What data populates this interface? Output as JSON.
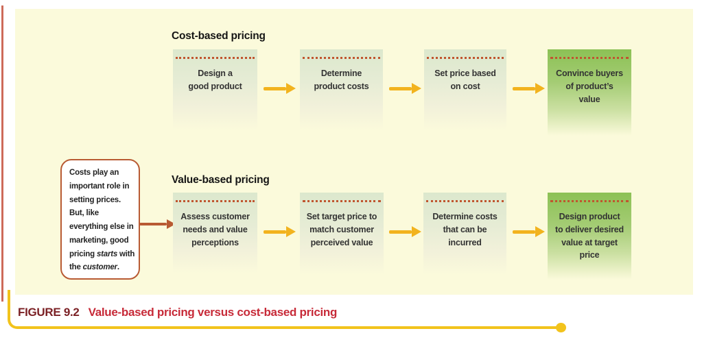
{
  "colors": {
    "figure_background": "#fbfadb",
    "box_green_light_top": "#dce8cd",
    "box_green_dark_top": "#8cc155",
    "dotted_rule": "#c0552f",
    "flow_arrow_yellow": "#f2b31e",
    "annotation_terracotta": "#b85a33",
    "caption_label_red": "#7b2125",
    "caption_text_red": "#c72a38",
    "underline_yellow": "#f2c31c",
    "left_rule_red": "#c0452f"
  },
  "cost_pricing": {
    "title": "Cost-based pricing",
    "steps": [
      "Design a\ngood product",
      "Determine\nproduct costs",
      "Set price based\non cost",
      "Convince buyers\nof product’s\nvalue"
    ]
  },
  "value_pricing": {
    "title": "Value-based pricing",
    "steps": [
      "Assess customer\nneeds and value\nperceptions",
      "Set target price to\nmatch customer\nperceived value",
      "Determine costs\nthat can be\nincurred",
      "Design product\nto deliver desired\nvalue at target\nprice"
    ]
  },
  "annotation": {
    "segments": [
      {
        "text": "Costs play an important role in setting prices. But, like everything else in marketing, good pricing "
      },
      {
        "text": "starts",
        "italic": true
      },
      {
        "text": " with the "
      },
      {
        "text": "customer",
        "italic": true
      },
      {
        "text": "."
      }
    ]
  },
  "caption": {
    "label": "FIGURE 9.2",
    "text": "Value-based pricing versus cost-based pricing"
  }
}
